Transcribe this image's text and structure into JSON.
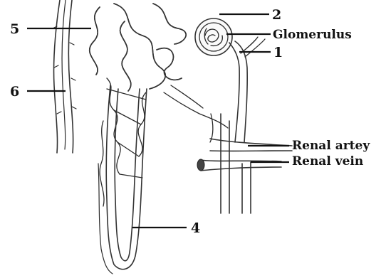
{
  "labels": {
    "l1": "1",
    "l2": "2",
    "l4": "4",
    "l5": "5",
    "l6": "6",
    "glomerulus": "Glomerulus",
    "renal_artery": "Renal artey",
    "renal_vein": "Renal vein"
  }
}
